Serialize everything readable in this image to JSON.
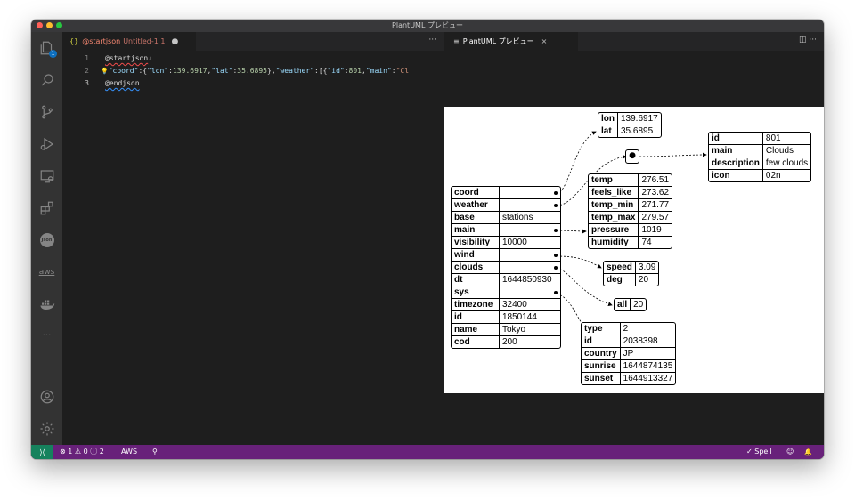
{
  "window": {
    "title": "PlantUML プレビュー"
  },
  "activity_bar": {
    "icons": [
      "explorer-icon",
      "search-icon",
      "source-control-icon",
      "run-debug-icon",
      "remote-explorer-icon",
      "extensions-icon",
      "json-icon",
      "aws-icon",
      "docker-icon",
      "more-icon",
      "account-icon",
      "manage-icon"
    ],
    "explorer_badge": "1",
    "json_label": "Json",
    "aws_label": "aws",
    "more_label": "···"
  },
  "editor": {
    "tab": {
      "icon": "{}",
      "name": "@startjson",
      "description": "Untitled-1 1",
      "dirty": "●",
      "more": "···"
    },
    "line_numbers": [
      "1",
      "2",
      "3"
    ],
    "lines": {
      "l1": "@startjson",
      "l1_suffix": "↓",
      "l2_bulb": "💡",
      "l2_k1": "\"coord\"",
      "l2_p1": ":{",
      "l2_k2": "\"lon\"",
      "l2_p2": ":",
      "l2_v2": "139.6917",
      "l2_p3": ",",
      "l2_k3": "\"lat\"",
      "l2_p4": ":",
      "l2_v3": "35.6895",
      "l2_p5": "},",
      "l2_k4": "\"weather\"",
      "l2_p6": ":[{",
      "l2_k5": "\"id\"",
      "l2_p7": ":",
      "l2_v5": "801",
      "l2_p8": ",",
      "l2_k6": "\"main\"",
      "l2_p9": ":",
      "l2_v6": "\"Cl",
      "l3": "@endjson"
    }
  },
  "preview": {
    "tab": {
      "icon": "≡",
      "title": "PlantUML プレビュー",
      "close": "×",
      "actions": "◫  ···"
    },
    "root": [
      {
        "k": "coord",
        "v": "●"
      },
      {
        "k": "weather",
        "v": "●"
      },
      {
        "k": "base",
        "v": "stations"
      },
      {
        "k": "main",
        "v": "●"
      },
      {
        "k": "visibility",
        "v": "10000"
      },
      {
        "k": "wind",
        "v": "●"
      },
      {
        "k": "clouds",
        "v": "●"
      },
      {
        "k": "dt",
        "v": "1644850930"
      },
      {
        "k": "sys",
        "v": "●"
      },
      {
        "k": "timezone",
        "v": "32400"
      },
      {
        "k": "id",
        "v": "1850144"
      },
      {
        "k": "name",
        "v": "Tokyo"
      },
      {
        "k": "cod",
        "v": "200"
      }
    ],
    "coord": [
      {
        "k": "lon",
        "v": "139.6917"
      },
      {
        "k": "lat",
        "v": "35.6895"
      }
    ],
    "weather_array_marker": "●",
    "weather_item": [
      {
        "k": "id",
        "v": "801"
      },
      {
        "k": "main",
        "v": "Clouds"
      },
      {
        "k": "description",
        "v": "few clouds"
      },
      {
        "k": "icon",
        "v": "02n"
      }
    ],
    "main": [
      {
        "k": "temp",
        "v": "276.51"
      },
      {
        "k": "feels_like",
        "v": "273.62"
      },
      {
        "k": "temp_min",
        "v": "271.77"
      },
      {
        "k": "temp_max",
        "v": "279.57"
      },
      {
        "k": "pressure",
        "v": "1019"
      },
      {
        "k": "humidity",
        "v": "74"
      }
    ],
    "wind": [
      {
        "k": "speed",
        "v": "3.09"
      },
      {
        "k": "deg",
        "v": "20"
      }
    ],
    "clouds": [
      {
        "k": "all",
        "v": "20"
      }
    ],
    "sys": [
      {
        "k": "type",
        "v": "2"
      },
      {
        "k": "id",
        "v": "2038398"
      },
      {
        "k": "country",
        "v": "JP"
      },
      {
        "k": "sunrise",
        "v": "1644874135"
      },
      {
        "k": "sunset",
        "v": "1644913327"
      }
    ]
  },
  "status_bar": {
    "remote": "⟩⟨",
    "problems": "⊗ 1 ⚠ 0 ⓘ 2",
    "aws": "AWS",
    "sync": "⚲",
    "spell": "✓ Spell",
    "feedback": "☺",
    "bell": "🔔"
  }
}
